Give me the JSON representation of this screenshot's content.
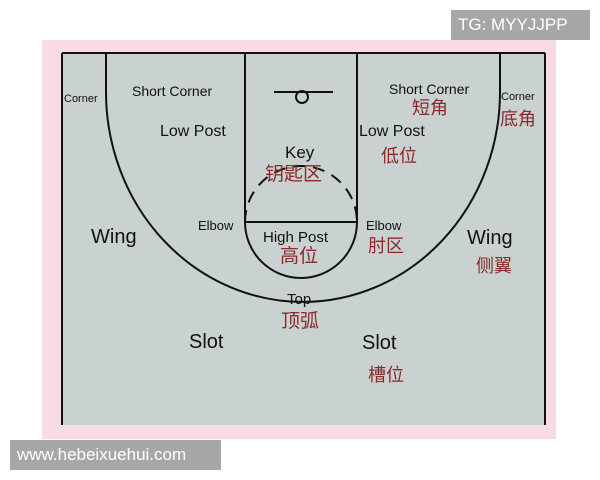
{
  "watermarks": {
    "top_right": "TG: MYYJJPP",
    "bottom_left": "www.hebeixuehui.com"
  },
  "colors": {
    "court": "#c9d1d1",
    "lines": "#111111",
    "frame": "#f9dbe6",
    "chinese_text": "#8b2a2a"
  },
  "labels": {
    "corner_left": "Corner",
    "short_corner_left": "Short Corner",
    "low_post_left": "Low Post",
    "key": "Key",
    "key_zh": "钥匙区",
    "short_corner_right": "Short Corner",
    "short_corner_right_zh": "短角",
    "corner_right": "Corner",
    "corner_right_zh": "底角",
    "low_post_right": "Low Post",
    "low_post_right_zh": "低位",
    "wing_left": "Wing",
    "elbow_left": "Elbow",
    "high_post": "High Post",
    "high_post_zh": "高位",
    "elbow_right": "Elbow",
    "elbow_right_zh": "肘区",
    "wing_right": "Wing",
    "wing_right_zh": "侧翼",
    "top": "Top",
    "top_zh": "顶弧",
    "slot_left": "Slot",
    "slot_right": "Slot",
    "slot_right_zh": "槽位"
  }
}
